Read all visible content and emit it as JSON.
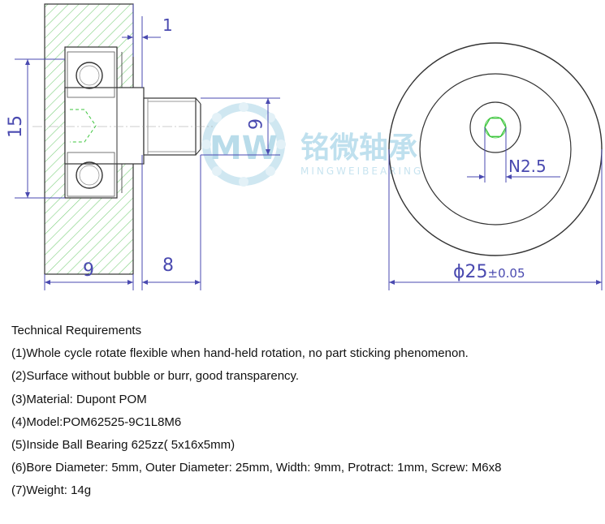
{
  "drawing": {
    "dim_top_protrude": "1",
    "dim_left_height": "15",
    "dim_thread_dia": "6",
    "dim_width": "9",
    "dim_screw_len": "8",
    "dim_bore": "N2.5",
    "dim_outer": "ϕ25",
    "dim_outer_tol": "±0.05",
    "watermark_cn": "铭微轴承",
    "watermark_en": "MINGWEIBEARING"
  },
  "requirements": {
    "title": "Technical Requirements",
    "items": [
      "(1)Whole cycle rotate flexible when hand-held rotation, no part sticking phenomenon.",
      "(2)Surface without bubble or burr, good transparency.",
      "(3)Material: Dupont POM",
      "(4)Model:POM62525-9C1L8M6",
      "(5)Inside Ball Bearing 625zz( 5x16x5mm)",
      "(6)Bore Diameter: 5mm, Outer Diameter: 25mm, Width: 9mm, Protract: 1mm, Screw: M6x8",
      "(7)Weight: 14g"
    ]
  },
  "colors": {
    "line": "#333333",
    "dim": "#4a4ab0",
    "hatch": "#7fd07f",
    "hex": "#3ec63e"
  }
}
